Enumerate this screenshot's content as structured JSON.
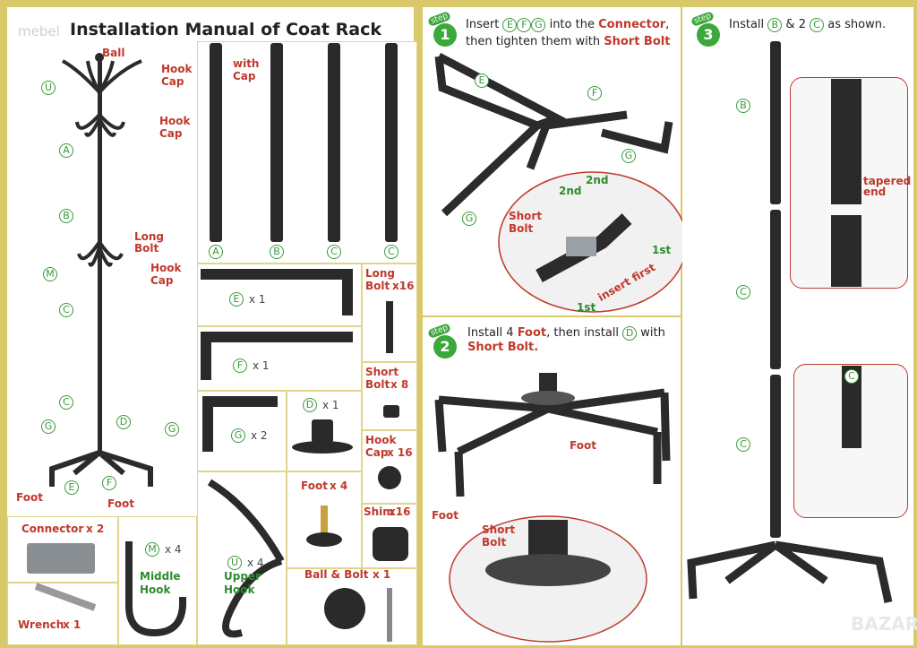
{
  "watermark": "mebel",
  "title": "Installation Manual of Coat Rack",
  "rack_labels": {
    "ball": "Ball",
    "hook_cap_top": "Hook Cap",
    "hook_cap_mid": "Hook Cap",
    "long_bolt": "Long Bolt",
    "hook_cap_low": "Hook Cap",
    "foot_left": "Foot",
    "foot_center": "Foot",
    "u": "U",
    "a": "A",
    "b": "B",
    "m": "M",
    "c1": "C",
    "c2": "C",
    "g1": "G",
    "d": "D",
    "g2": "G",
    "e": "E",
    "f": "F"
  },
  "poles": {
    "with_cap": "with Cap",
    "a": "A",
    "b": "B",
    "c1": "C",
    "c2": "C"
  },
  "parts": {
    "e_letter": "E",
    "e_qty": "x 1",
    "f_letter": "F",
    "f_qty": "x 1",
    "g_letter": "G",
    "g_qty": "x 2",
    "d_letter": "D",
    "d_qty": "x 1",
    "long_bolt": "Long Bolt",
    "long_bolt_qty": "x16",
    "short_bolt": "Short Bolt",
    "short_bolt_qty": "x 8",
    "hook_cap": "Hook Cap",
    "hook_cap_qty": "x 16",
    "shim": "Shim",
    "shim_qty": "x16",
    "foot": "Foot",
    "foot_qty": "x 4",
    "connector": "Connector",
    "connector_qty": "x 2",
    "m_letter": "M",
    "m_qty": "x 4",
    "middle_hook": "Middle Hook",
    "u_letter": "U",
    "u_qty": "x 4",
    "upper_hook": "Upper Hook",
    "ball_bolt": "Ball & Bolt",
    "ball_bolt_qty": "x 1",
    "wrench": "Wrench",
    "wrench_qty": "x 1"
  },
  "step1": {
    "tag": "step",
    "num": "1",
    "t_insert": "Insert",
    "e": "E",
    "f": "F",
    "g": "G",
    "t_into": "into the",
    "connector": "Connector",
    "t_then": "then tighten them with",
    "short_bolt": "Short Bolt",
    "lbl_e": "E",
    "lbl_f": "F",
    "lbl_g1": "G",
    "lbl_g2": "G",
    "zoom_short_bolt": "Short Bolt",
    "nd1": "2nd",
    "nd2": "2nd",
    "st1": "1st",
    "st2": "1st",
    "insert_first": "insert first"
  },
  "step2": {
    "tag": "step",
    "num": "2",
    "t_install": "Install 4",
    "foot": "Foot",
    "t_then": "then install",
    "d": "D",
    "t_with": "with",
    "short_bolt": "Short Bolt.",
    "lbl_foot1": "Foot",
    "lbl_foot2": "Foot",
    "zoom_short_bolt": "Short Bolt"
  },
  "step3": {
    "tag": "step",
    "num": "3",
    "t_install": "Install",
    "b": "B",
    "t_and": "& 2",
    "c": "C",
    "t_shown": "as shown.",
    "lbl_b": "B",
    "lbl_c1": "C",
    "lbl_c2": "C",
    "tapered": "tapered end",
    "zoom_c": "C"
  },
  "footer_logo": "BAZAR"
}
